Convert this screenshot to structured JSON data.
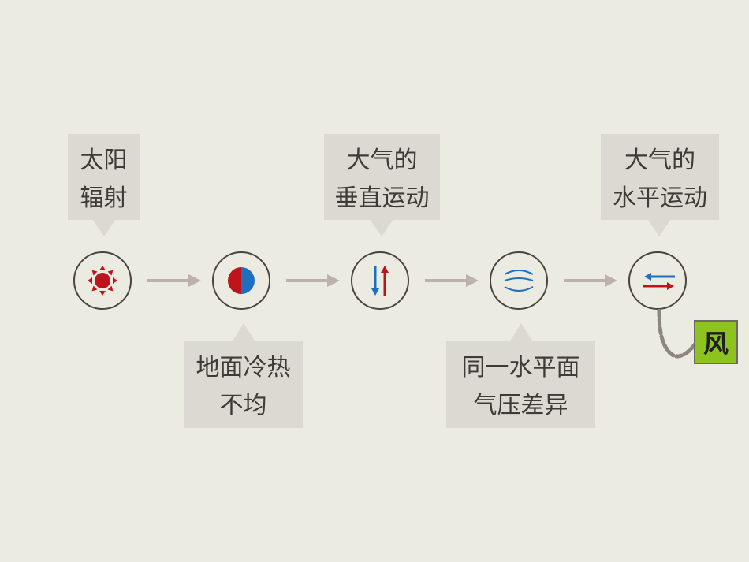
{
  "steps": [
    {
      "id": "solar",
      "lines": [
        "太阳",
        "辐射"
      ],
      "icon": "sun-icon"
    },
    {
      "id": "uneven",
      "lines": [
        "地面冷热",
        "不均"
      ],
      "icon": "half-circle-icon"
    },
    {
      "id": "vertical",
      "lines": [
        "大气的",
        "垂直运动"
      ],
      "icon": "up-down-arrows-icon"
    },
    {
      "id": "pressure",
      "lines": [
        "同一水平面",
        "气压差异"
      ],
      "icon": "isobar-lines-icon"
    },
    {
      "id": "horizontal",
      "lines": [
        "大气的",
        "水平运动"
      ],
      "icon": "left-right-arrows-icon"
    }
  ],
  "result": {
    "label": "风"
  },
  "colors": {
    "background": "#ecebe1",
    "callout": "#dcd8d2",
    "flow_arrow": "#bdb2aa",
    "warm": "#c0141c",
    "cold": "#1f6fbf",
    "wind_tag": "#8dc21f"
  }
}
